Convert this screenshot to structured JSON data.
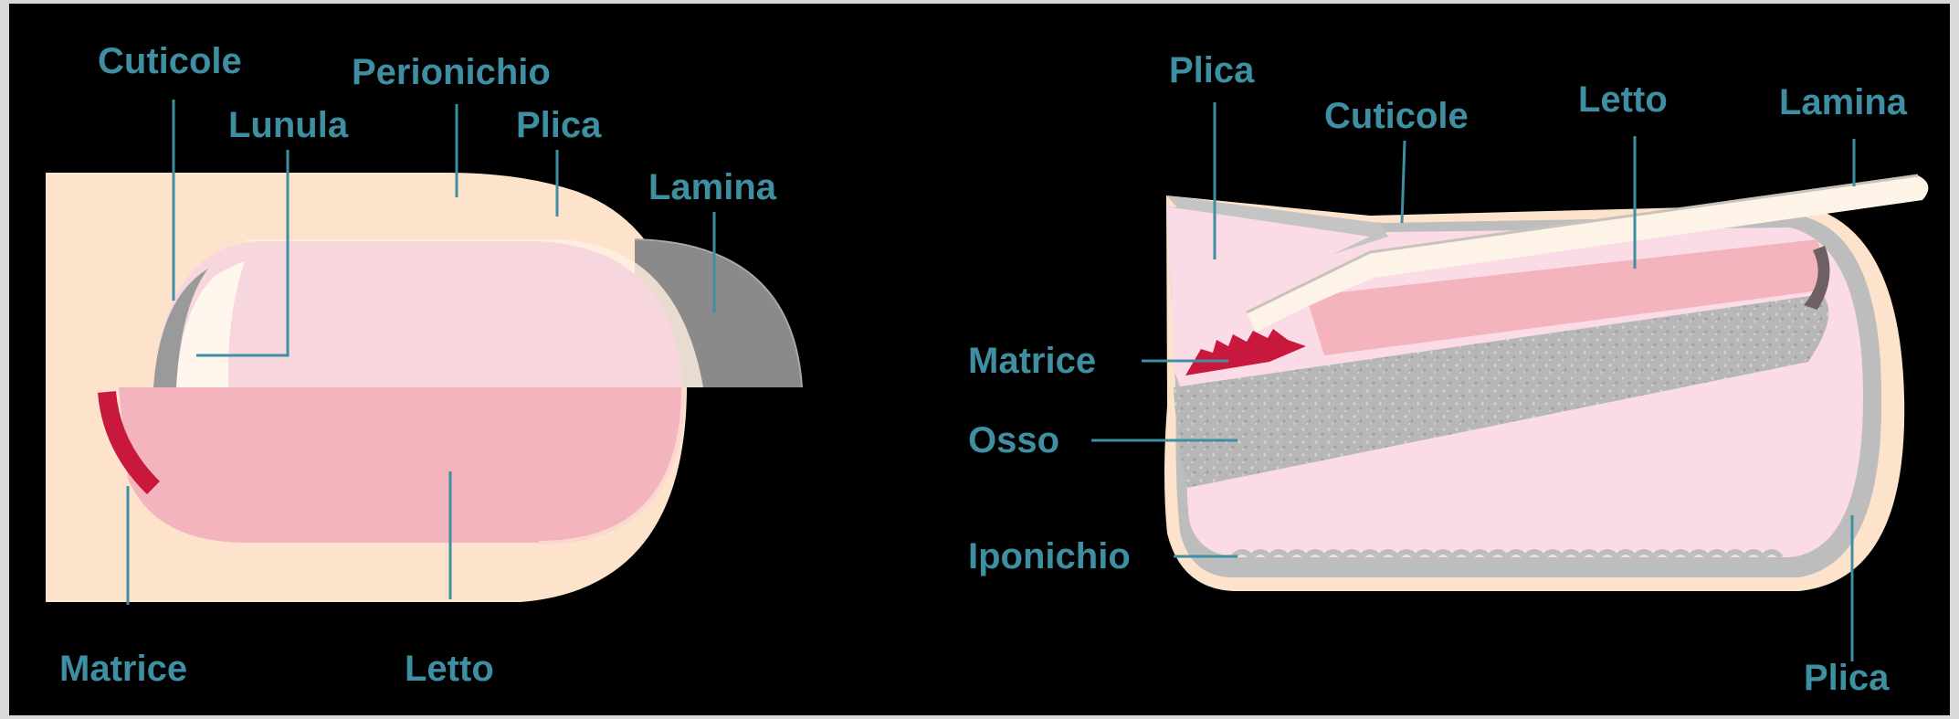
{
  "colors": {
    "label": "#3f8fa2",
    "leader": "#3f8fa2",
    "skin": "#fde3cc",
    "bed": "#f4b4bd",
    "plate": "#f7d7dd",
    "lunula": "#fff6ee",
    "matrix": "#c8183e",
    "bone": "#b5b5b5",
    "laminaGray": "#8a8a8a",
    "background": "#000000",
    "frame": "#d9d9d9"
  },
  "left_view": {
    "labels": {
      "cuticole": "Cuticole",
      "perionichio": "Perionichio",
      "lunula": "Lunula",
      "plica": "Plica",
      "lamina": "Lamina",
      "matrice": "Matrice",
      "letto": "Letto"
    }
  },
  "right_view": {
    "labels": {
      "plica_top": "Plica",
      "cuticole": "Cuticole",
      "letto": "Letto",
      "lamina": "Lamina",
      "matrice": "Matrice",
      "osso": "Osso",
      "iponichio": "Iponichio",
      "plica_bottom": "Plica"
    }
  }
}
